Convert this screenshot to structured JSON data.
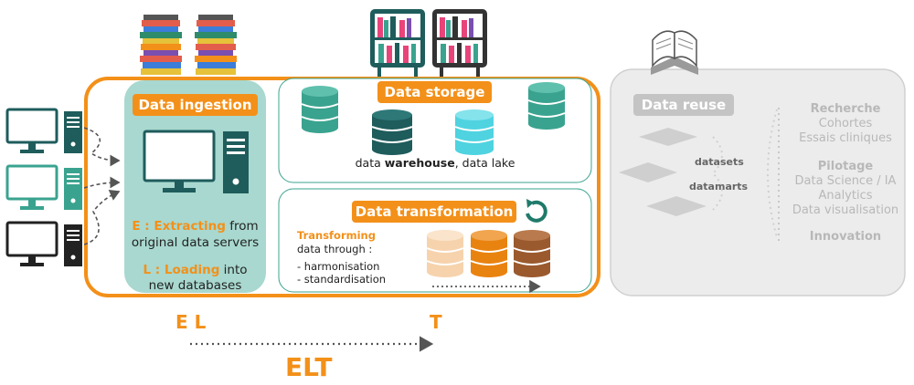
{
  "ingestion": {
    "title": "Data ingestion",
    "extract_prefix": "E : Extracting",
    "extract_rest": " from",
    "extract_line2": "original data servers",
    "load_prefix": "L : Loading",
    "load_rest": " into",
    "load_line2": "new databases"
  },
  "storage": {
    "title": "Data storage",
    "caption_pre": "data ",
    "caption_bold": "warehouse",
    "caption_post": ", data lake"
  },
  "transformation": {
    "title": "Data transformation",
    "heading_bold": "Transforming",
    "heading_rest": "data through :",
    "items": [
      "- harmonisation",
      "- standardisation"
    ]
  },
  "reuse": {
    "title": "Data reuse",
    "labels": [
      "datasets",
      "datamarts"
    ],
    "groups": [
      {
        "title": "Recherche",
        "items": [
          "Cohortes",
          "Essais cliniques"
        ]
      },
      {
        "title": "Pilotage",
        "items": [
          "Data Science / IA",
          "Analytics",
          "Data visualisation"
        ]
      },
      {
        "title": "Innovation",
        "items": []
      }
    ]
  },
  "bottom": {
    "el": "E L",
    "t": "T",
    "elt": "ELT"
  },
  "colors": {
    "orange": "#f39019",
    "teal": "#3aa38f",
    "dark_teal": "#1f5c5c",
    "cyan": "#4fd3e0",
    "ingestion_bg": "#a8d8cf",
    "reuse_bg": "#ececec"
  }
}
